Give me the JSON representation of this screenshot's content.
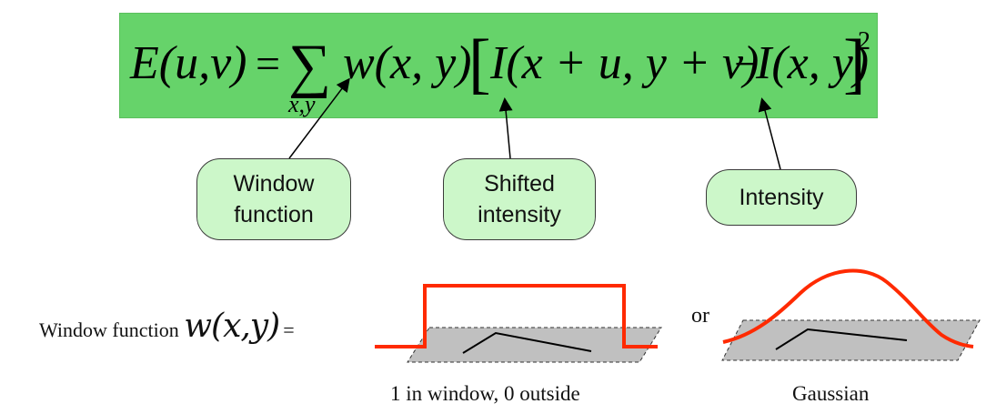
{
  "formula": {
    "lhs": "E(u,v)",
    "equals": "=",
    "sum": "∑",
    "sum_sub": "x,y",
    "window_term": "w(x, y)",
    "bracket_open": "[",
    "shifted_term": "I(x + u, y + v)",
    "minus": "−",
    "intensity_term": "I(x, y)",
    "bracket_close": "]",
    "exponent": "2",
    "background_color": "#66d36a"
  },
  "callouts": {
    "window": "Window\nfunction",
    "shifted": "Shifted\nintensity",
    "intensity": "Intensity",
    "fill_color": "#ccf7c9"
  },
  "window_function": {
    "label": "Window function ",
    "symbol": "w(x,y)",
    "equals": "=",
    "or": "or",
    "box_caption": "1 in window, 0 outside",
    "gauss_caption": "Gaussian",
    "curve_color": "#ff2a00",
    "plane_color": "#c0c0c0"
  }
}
